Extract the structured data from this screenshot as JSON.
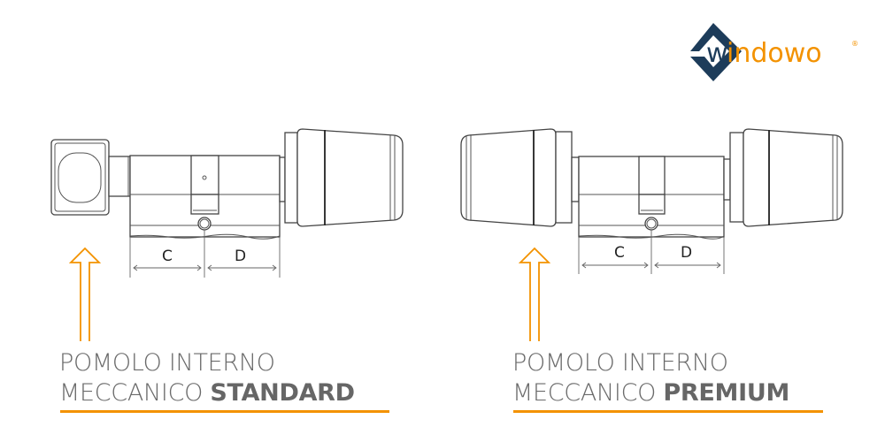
{
  "logo": {
    "brand_w": "w",
    "brand_rest": "indowo",
    "registered": "®"
  },
  "colors": {
    "accent": "#f39200",
    "brand_blue": "#1d3c5a",
    "text": "#666666"
  },
  "left_diagram": {
    "dimension_c": "C",
    "dimension_d": "D",
    "caption_line1": "POMOLO INTERNO",
    "caption_line2_regular": "MECCANICO",
    "caption_line2_bold": "STANDARD"
  },
  "right_diagram": {
    "dimension_c": "C",
    "dimension_d": "D",
    "caption_line1": "POMOLO INTERNO",
    "caption_line2_regular": "MECCANICO",
    "caption_line2_bold": "PREMIUM"
  }
}
